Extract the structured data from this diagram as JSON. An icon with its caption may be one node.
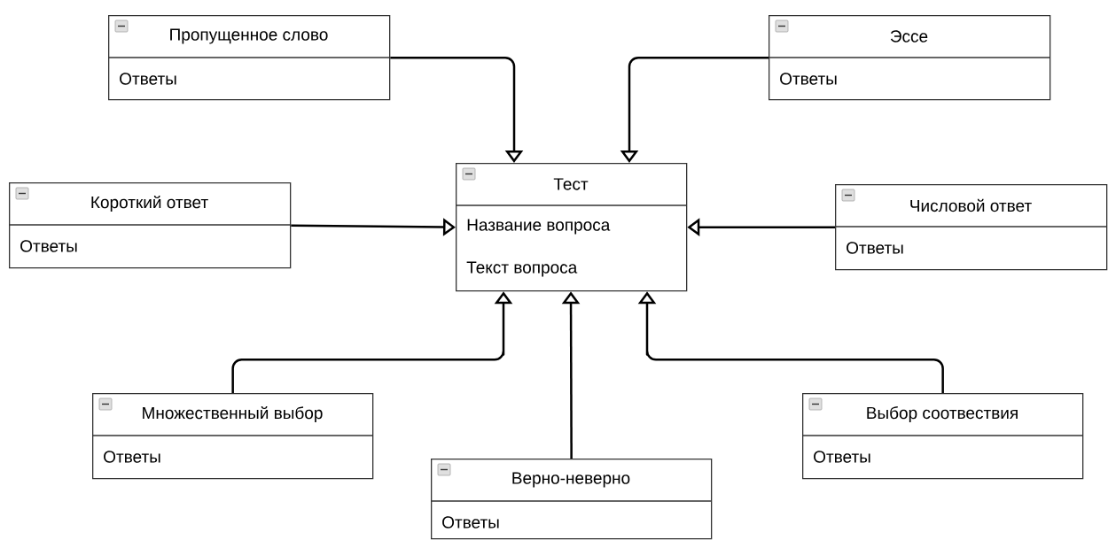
{
  "diagram": {
    "nodes": [
      {
        "text": [
          "Пропущенное слово",
          "Ответы"
        ]
      },
      {
        "text": [
          "Эссе",
          "Ответы"
        ]
      },
      {
        "text": [
          "Тест",
          "Название вопроса",
          "Текст вопроса"
        ]
      },
      {
        "text": [
          "Короткий ответ",
          "Ответы"
        ]
      },
      {
        "text": [
          "Числовой ответ",
          "Ответы"
        ]
      },
      {
        "text": [
          "Множественный выбор",
          "Ответы"
        ]
      },
      {
        "text": [
          "Верно-неверно",
          "Ответы"
        ]
      },
      {
        "text": [
          "Выбор соотвествия",
          "Ответы"
        ]
      }
    ],
    "edges": [
      {
        "from": 0,
        "to": 2,
        "arrow": "to"
      },
      {
        "from": 1,
        "to": 2,
        "arrow": "to"
      },
      {
        "from": 3,
        "to": 2,
        "arrow": "to"
      },
      {
        "from": 4,
        "to": 2,
        "arrow": "to"
      },
      {
        "from": 5,
        "to": 2,
        "arrow": "to"
      },
      {
        "from": 6,
        "to": 2,
        "arrow": "to"
      },
      {
        "from": 7,
        "to": 2,
        "arrow": "to"
      }
    ]
  }
}
